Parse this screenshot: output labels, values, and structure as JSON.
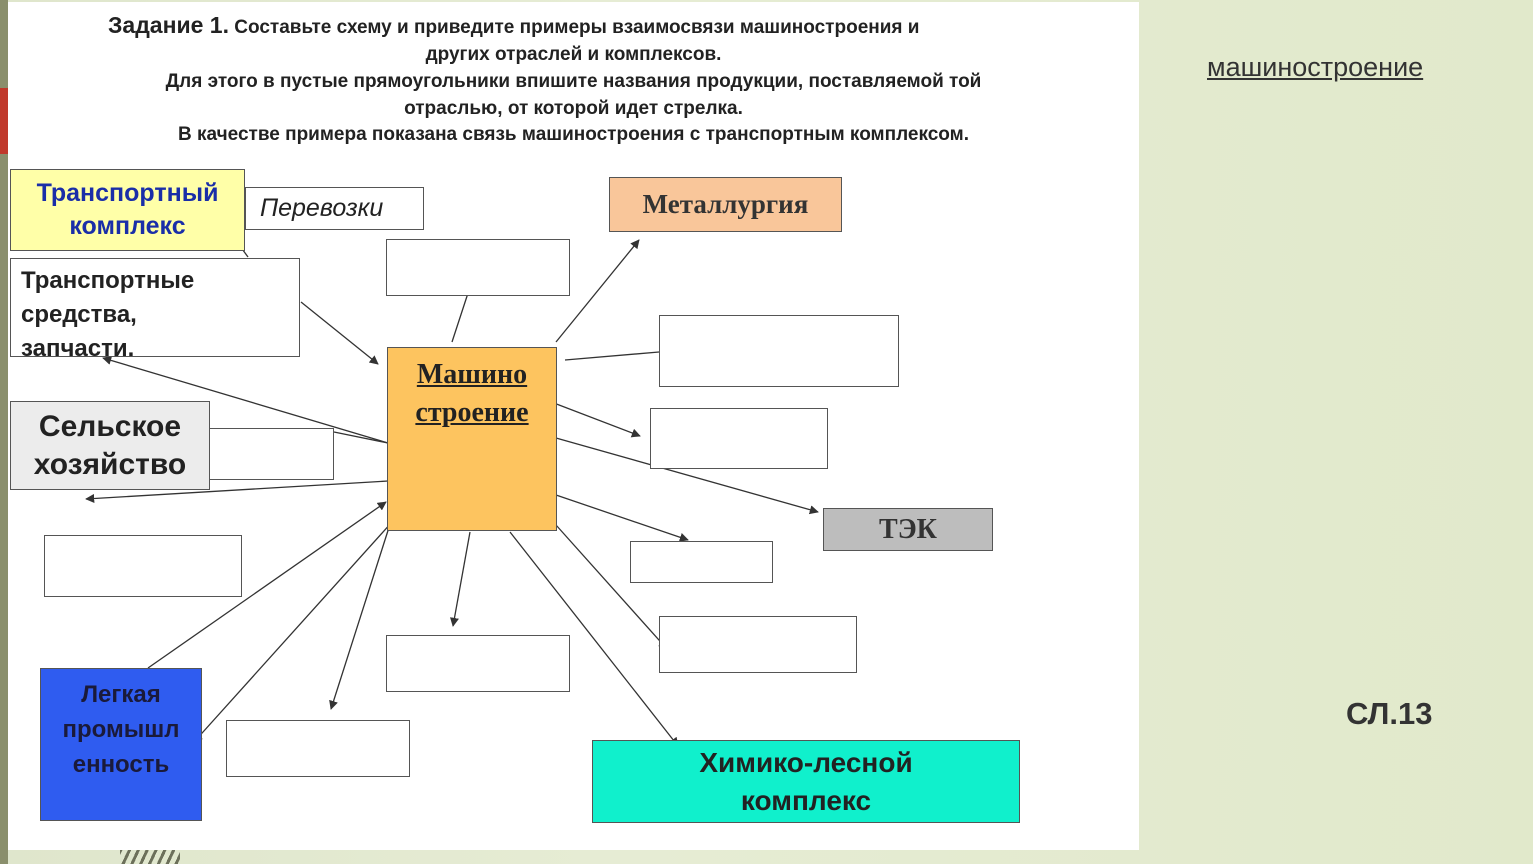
{
  "header": {
    "task_label": "Задание 1.",
    "line1_rest": "Составьте схему и приведите примеры взаимосвязи машиностроения и",
    "line2": "других отраслей и комплексов.",
    "line3": "Для этого в пустые прямоугольники впишите названия продукции, поставляемой той",
    "line4": "отраслью, от которой идет стрелка.",
    "line5": "В качестве примера показана связь машиностроения с транспортным комплексом."
  },
  "center": {
    "line1": "Машино",
    "line2": "строение"
  },
  "nodes": {
    "transport": {
      "line1": "Транспортный",
      "line2": "комплекс"
    },
    "transport_out": "Перевозки",
    "transport_in": {
      "line1": "Транспортные",
      "line2": "средства,",
      "line3": "запчасти."
    },
    "metallurgy": "Металлургия",
    "agriculture": {
      "line1": "Сельское",
      "line2": "хозяйство"
    },
    "tek": "ТЭК",
    "light_industry": {
      "line1": "Легкая",
      "line2": "промышл",
      "line3": "енность"
    },
    "chem_forest": {
      "line1": "Химико-лесной",
      "line2": "комплекс"
    }
  },
  "sidebar": {
    "link": "машиностроение",
    "slide_number": "СЛ.13"
  },
  "colors": {
    "center_fill": "#fdc45f",
    "transport_fill": "#ffffa8",
    "metallurgy_fill": "#f9c69a",
    "agriculture_fill": "#ececec",
    "tek_fill": "#bdbdbd",
    "light_fill": "#2f5cf0",
    "chem_fill": "#10f0cc"
  }
}
